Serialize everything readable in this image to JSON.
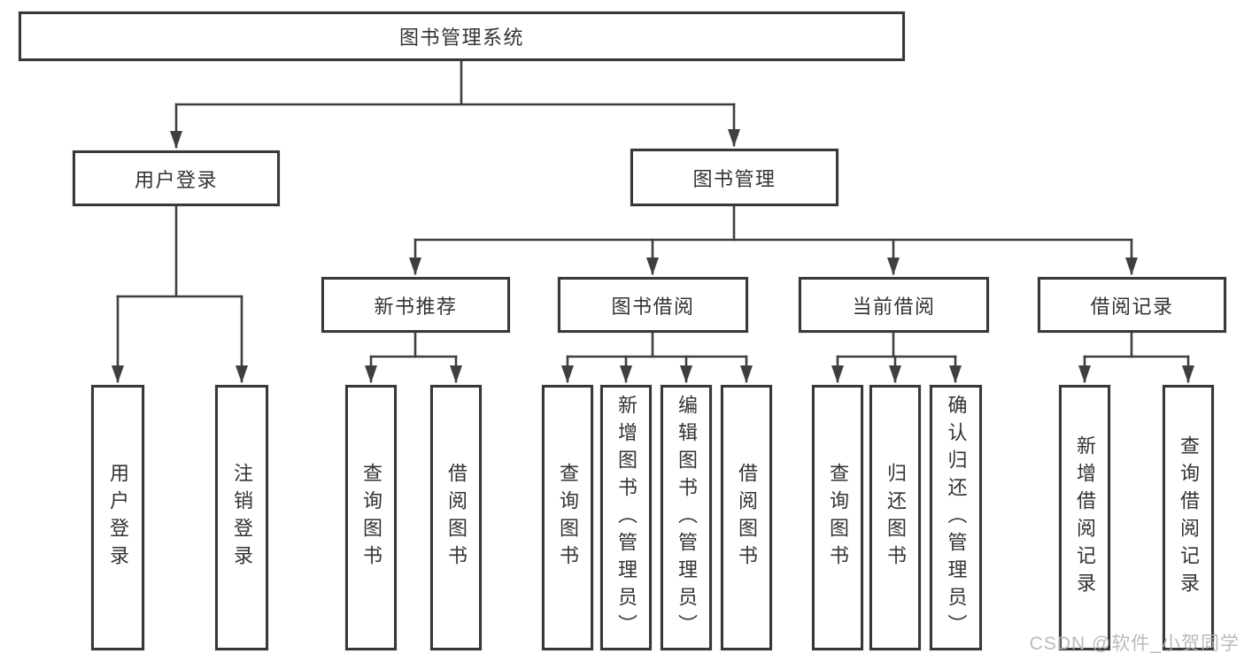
{
  "colors": {
    "line": "#3f3f3f",
    "box_border": "#383838",
    "text": "#333333",
    "watermark": "#b3b3b3"
  },
  "watermark": "CSDN @软件_小贺同学",
  "diagram": {
    "type": "tree",
    "root": {
      "label": "图书管理系统"
    },
    "branches": [
      {
        "label": "用户登录",
        "leaves": [
          "用户登录",
          "注销登录"
        ]
      },
      {
        "label": "图书管理",
        "groups": [
          {
            "label": "新书推荐",
            "leaves": [
              "查询图书",
              "借阅图书"
            ]
          },
          {
            "label": "图书借阅",
            "leaves": [
              "查询图书",
              "新增图书（管理员）",
              "编辑图书（管理员）",
              "借阅图书"
            ]
          },
          {
            "label": "当前借阅",
            "leaves": [
              "查询图书",
              "归还图书",
              "确认归还（管理员）"
            ]
          },
          {
            "label": "借阅记录",
            "leaves": [
              "新增借阅记录",
              "查询借阅记录"
            ]
          }
        ]
      }
    ]
  }
}
